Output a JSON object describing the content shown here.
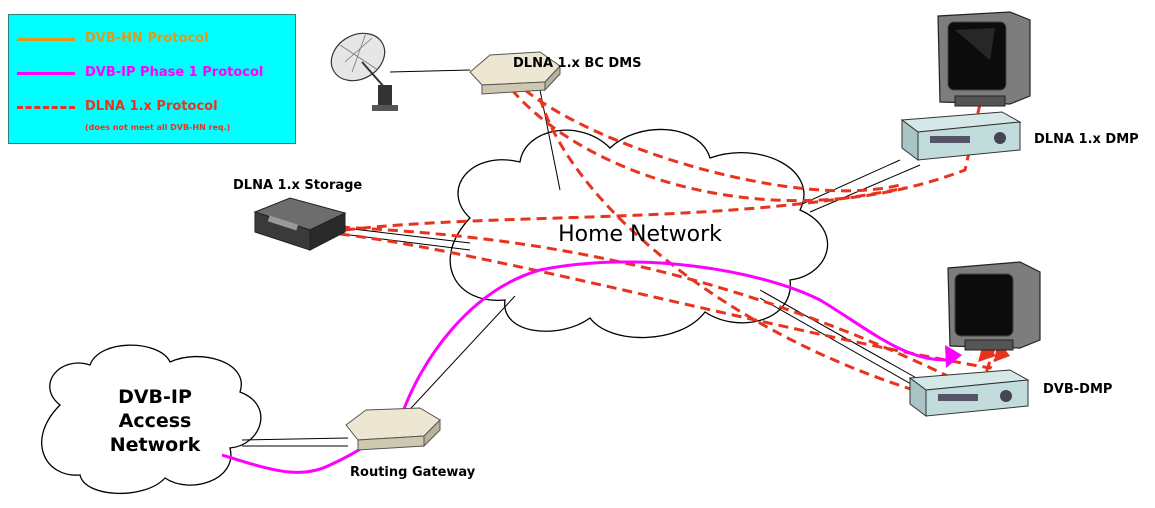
{
  "legend": {
    "items": [
      {
        "label": "DVB-HN Protocol",
        "color": "#e09a1a",
        "style": "solid"
      },
      {
        "label": "DVB-IP Phase 1 Protocol",
        "color": "#ff00ff",
        "style": "solid"
      },
      {
        "label": "DLNA 1.x Protocol",
        "color": "#e8331e",
        "style": "dashed"
      }
    ],
    "note": "(does not meet all DVB-HN req.)",
    "background": "#00ffff"
  },
  "devices": {
    "bc_dms": "DLNA 1.x BC DMS",
    "storage": "DLNA 1.x Storage",
    "dmp": "DLNA 1.x DMP",
    "dvb_dmp": "DVB-DMP",
    "gateway": "Routing Gateway"
  },
  "clouds": {
    "home_network": "Home Network",
    "access_network_line1": "DVB-IP",
    "access_network_line2": "Access",
    "access_network_line3": "Network"
  },
  "icons": [
    "satellite-dish-icon",
    "set-top-box-icon",
    "storage-device-icon",
    "television-icon",
    "vcr-icon",
    "router-icon",
    "cloud-icon"
  ]
}
